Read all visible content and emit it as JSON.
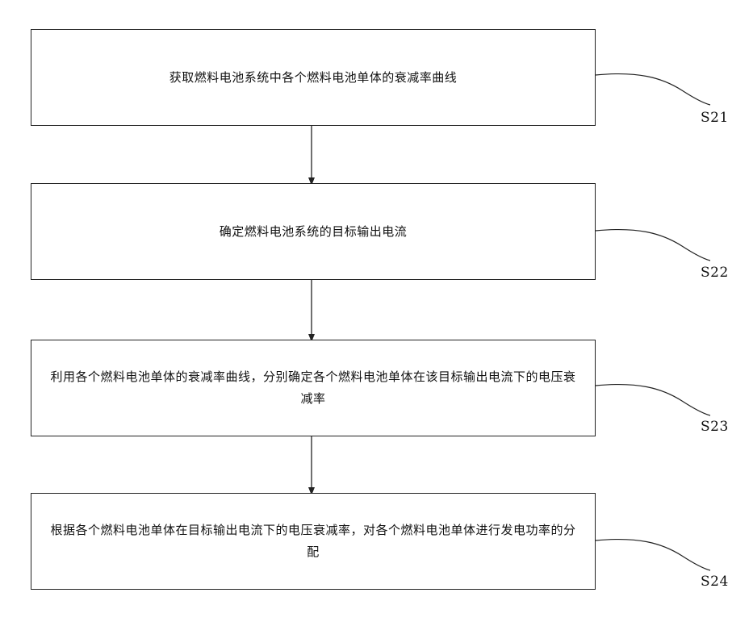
{
  "steps": [
    {
      "id": "S21",
      "text": "获取燃料电池系统中各个燃料电池单体的衰减率曲线"
    },
    {
      "id": "S22",
      "text": "确定燃料电池系统的目标输出电流"
    },
    {
      "id": "S23",
      "text": "利用各个燃料电池单体的衰减率曲线，分别确定各个燃料电池单体在该目标输出电流下的电压衰减率"
    },
    {
      "id": "S24",
      "text": "根据各个燃料电池单体在目标输出电流下的电压衰减率，对各个燃料电池单体进行发电功率的分配"
    }
  ]
}
